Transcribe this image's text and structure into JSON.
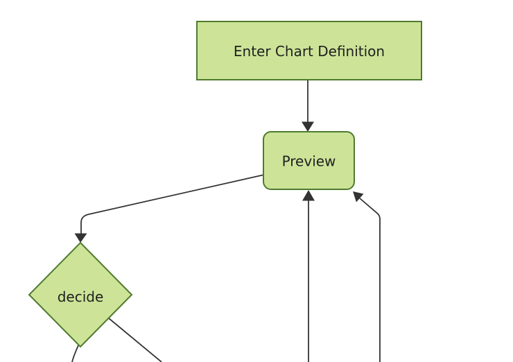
{
  "diagram": {
    "type": "flowchart-top-down",
    "nodes": [
      {
        "id": "A",
        "label": "Enter Chart Definition",
        "shape": "rectangle"
      },
      {
        "id": "B",
        "label": "Preview",
        "shape": "rounded-rectangle"
      },
      {
        "id": "C",
        "label": "decide",
        "shape": "diamond"
      }
    ],
    "edges": [
      {
        "from": "Enter Chart Definition",
        "to": "Preview",
        "arrowhead": "filled-triangle"
      },
      {
        "from": "Preview",
        "to": "decide",
        "arrowhead": "filled-triangle"
      },
      {
        "from": "offscreen-bottom",
        "to": "Preview",
        "arrowhead": "filled-triangle"
      },
      {
        "from": "offscreen-bottom-right",
        "to": "Preview",
        "arrowhead": "filled-triangle"
      },
      {
        "from": "decide",
        "to": "offscreen-bottom-left",
        "arrowhead": "offscreen"
      },
      {
        "from": "decide",
        "to": "offscreen-bottom-right",
        "arrowhead": "offscreen"
      }
    ],
    "colors": {
      "node_fill": "#cde498",
      "node_border": "#4e7a2d",
      "edge": "#333333",
      "label": "#202020",
      "background": "#ffffff"
    }
  }
}
